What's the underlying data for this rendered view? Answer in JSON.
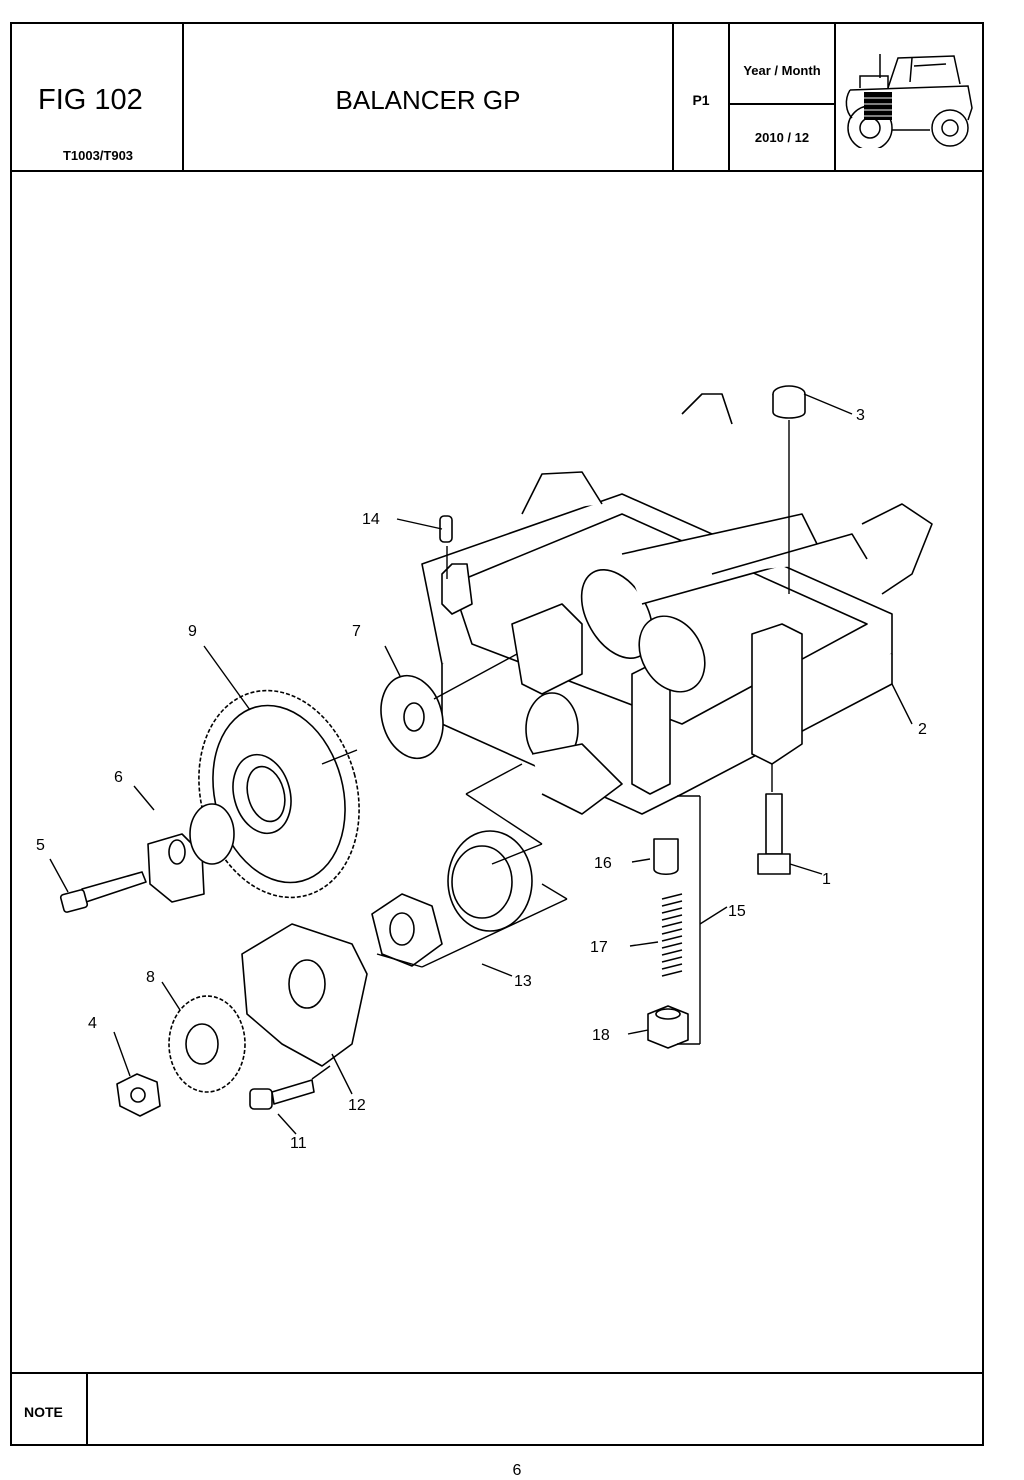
{
  "header": {
    "fig_label": "FIG 102",
    "model": "T1003/T903",
    "title": "BALANCER GP",
    "page_code": "P1",
    "year_month_label": "Year / Month",
    "year_month_value": "2010  / 12",
    "tractor_icon": "tractor-icon"
  },
  "callouts": [
    "1",
    "2",
    "3",
    "4",
    "5",
    "6",
    "7",
    "8",
    "9",
    "11",
    "12",
    "13",
    "14",
    "15",
    "16",
    "17",
    "18"
  ],
  "note": {
    "label": "NOTE",
    "text": ""
  },
  "footer": {
    "page_number": "6"
  }
}
